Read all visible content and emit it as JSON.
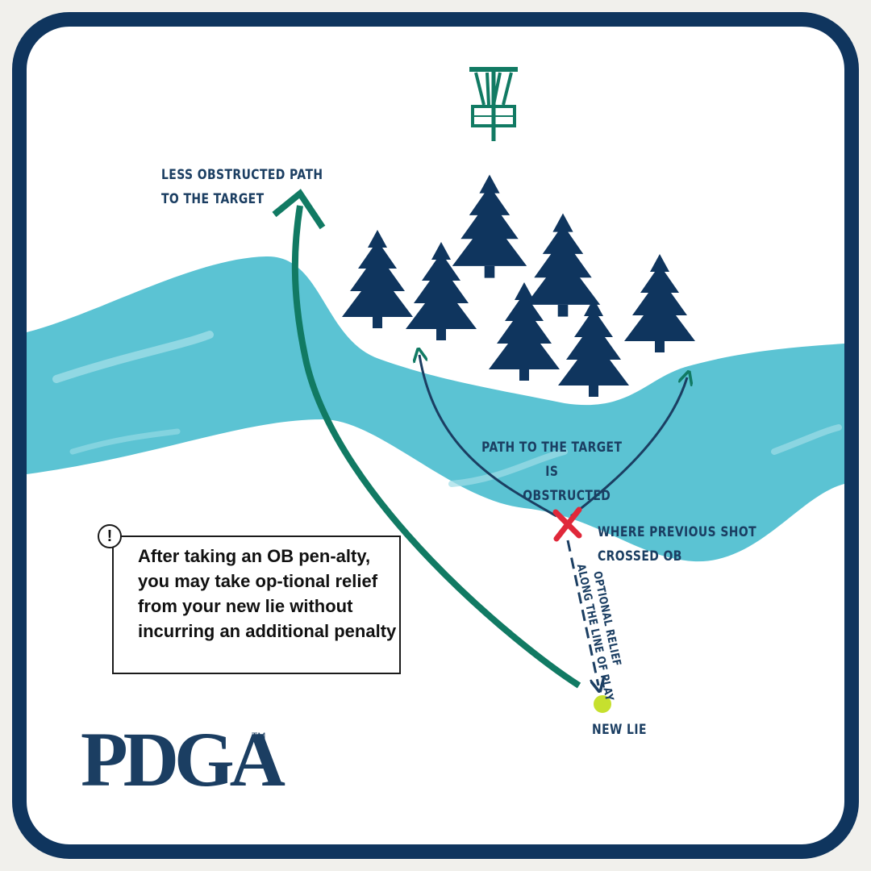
{
  "labels": {
    "less_obstructed": [
      "LESS OBSTRUCTED PATH",
      "TO THE TARGET"
    ],
    "path_obstructed": [
      "PATH TO THE TARGET IS",
      "OBSTRUCTED"
    ],
    "crossed_ob": [
      "WHERE PREVIOUS SHOT",
      "CROSSED OB"
    ],
    "optional_relief": [
      "OPTIONAL RELIEF",
      "ALONG THE LINE OF PLAY"
    ],
    "new_lie": "NEW LIE"
  },
  "note": {
    "icon": "!",
    "text": "After taking an OB pen-alty, you may take op-tional relief from your new lie without incurring an additional penalty"
  },
  "logo": {
    "text": "PDGA",
    "trademark": "TM"
  },
  "icons": {
    "target": "disc-golf-basket-icon",
    "trees": "pine-tree-icon",
    "ob_mark": "x-mark-icon",
    "lie": "disc-lie-dot-icon"
  },
  "colors": {
    "frame": "#0f355e",
    "water": "#5bc3d3",
    "trees": "#1b3e62",
    "path_green": "#117a63",
    "x_mark": "#e0283a",
    "lie_dot": "#c6e02e",
    "text_navy": "#1b3e62"
  }
}
